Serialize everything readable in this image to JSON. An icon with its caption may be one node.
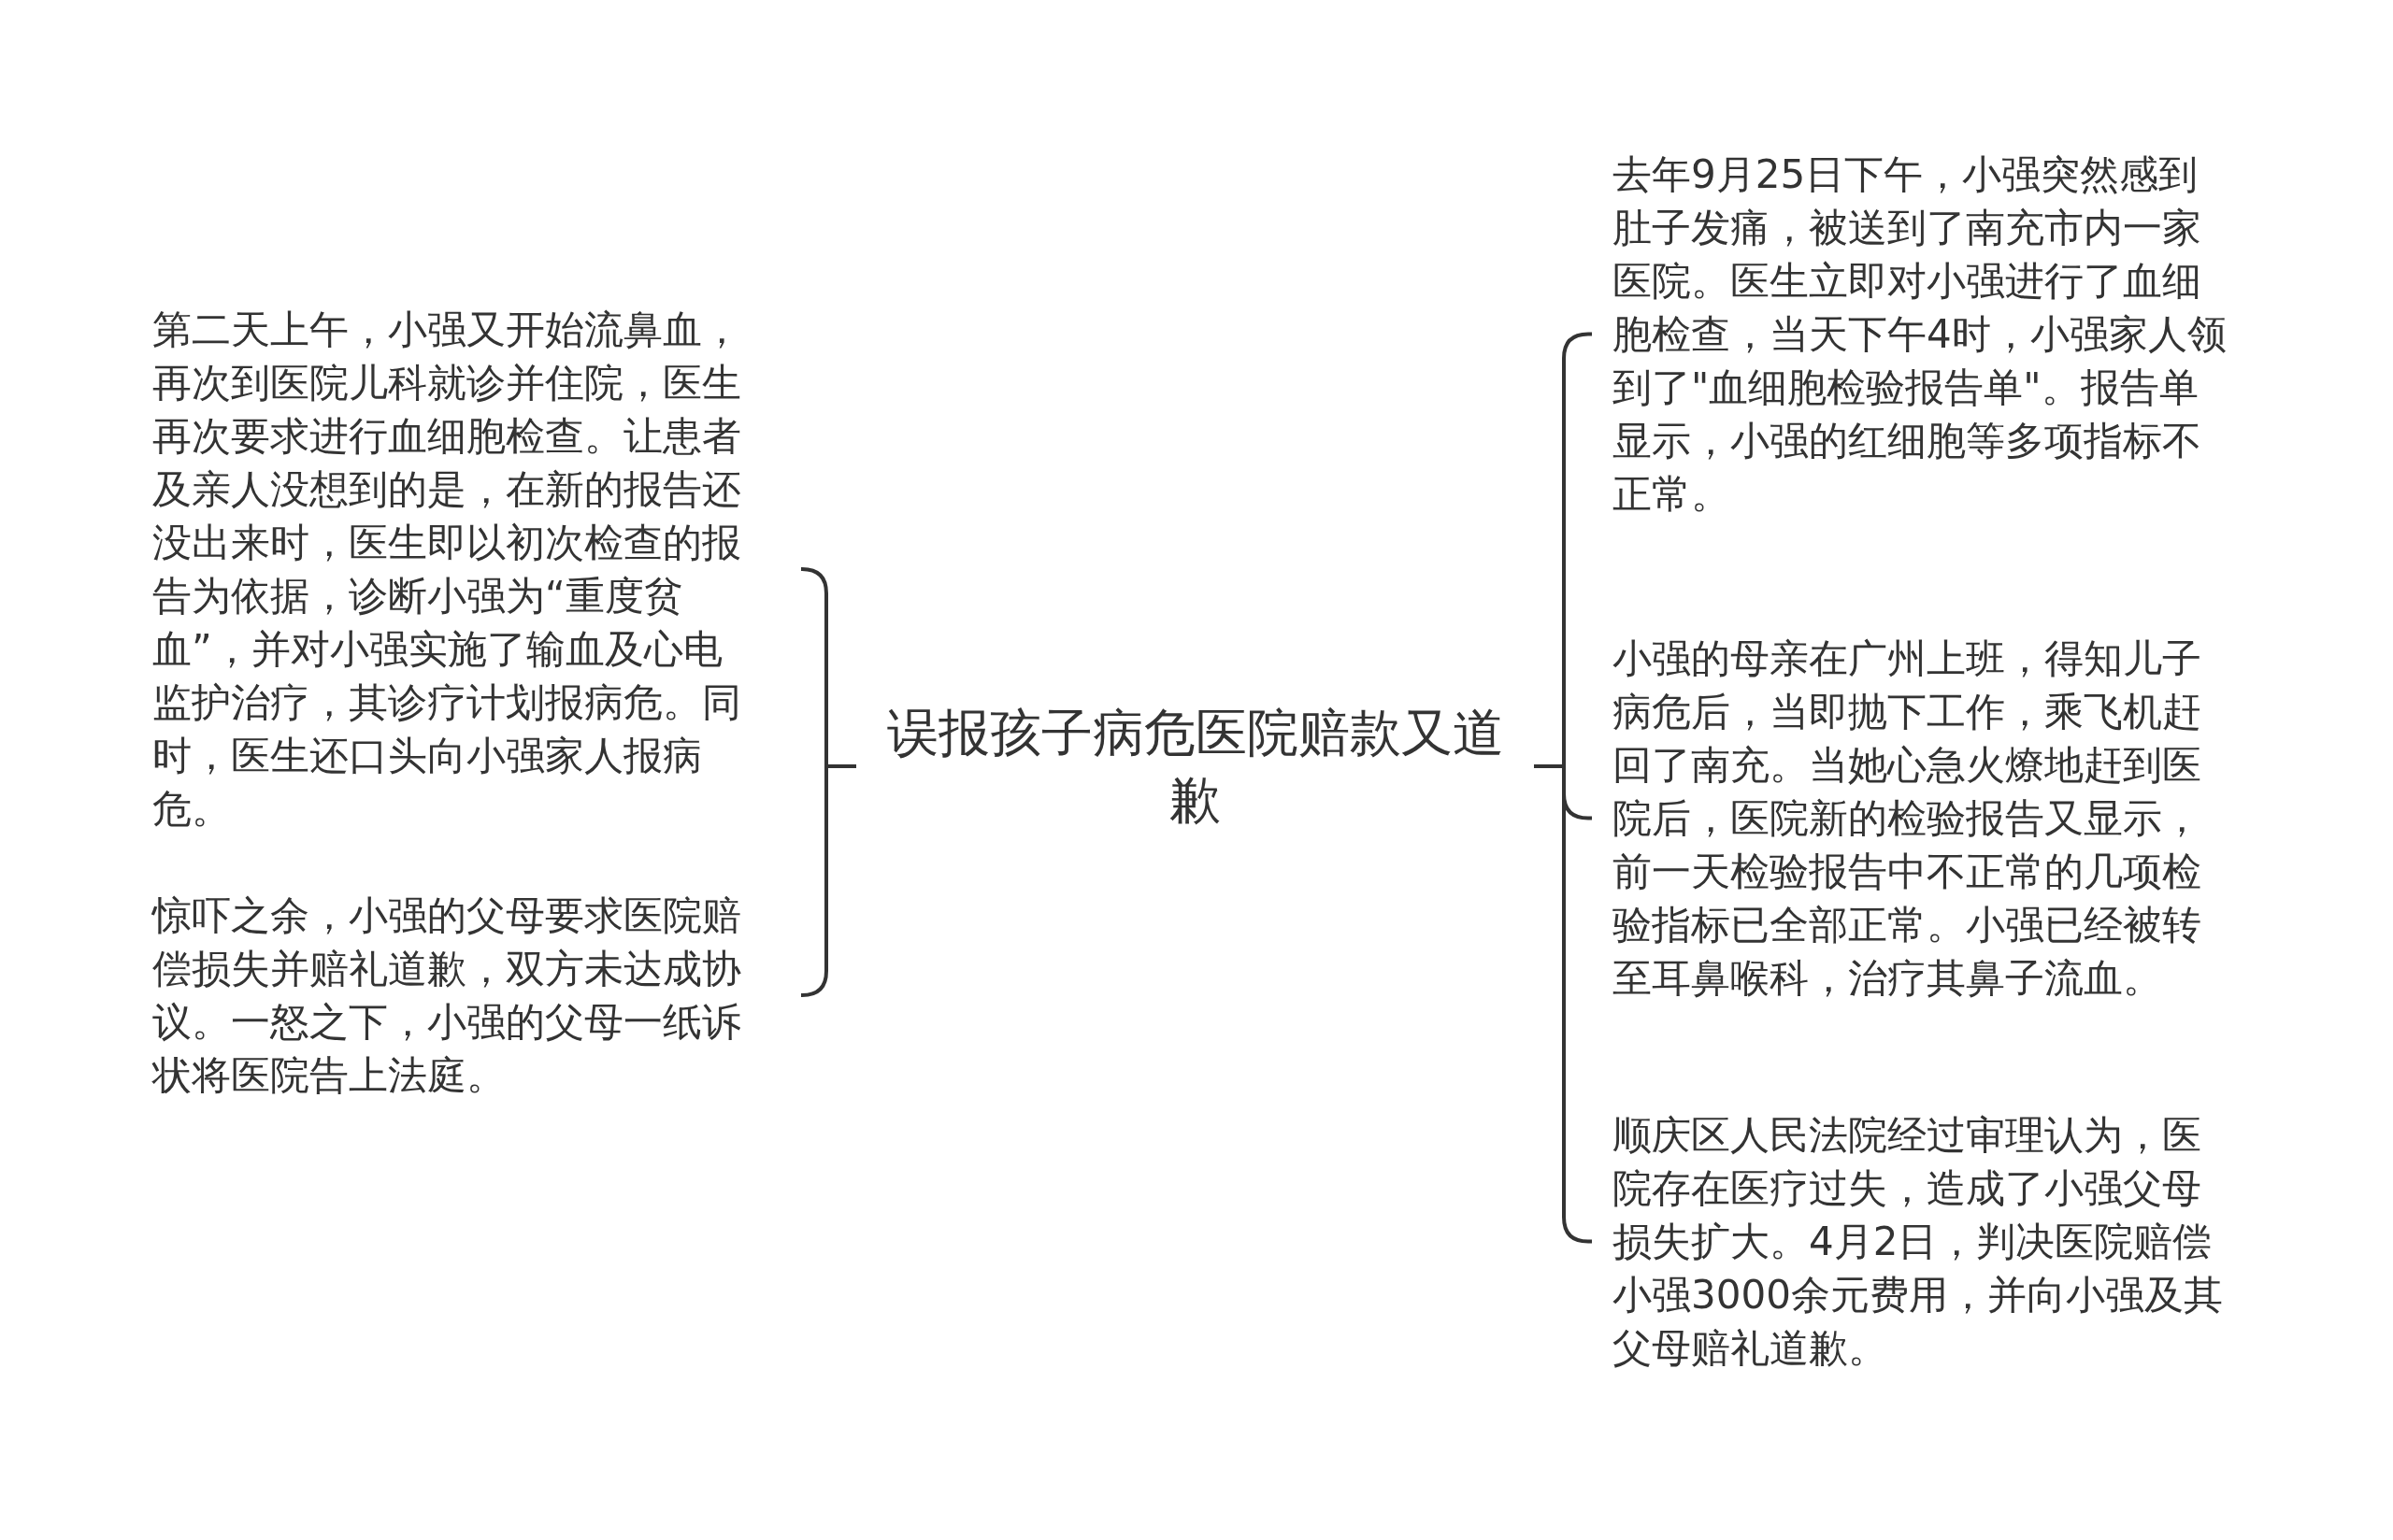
{
  "diagram": {
    "nodes": [
      {
        "text": [
          "误报孩子病危医院赔款又道歉"
        ]
      },
      {
        "text": [
          "第二天上午，小强又开始流鼻血，再次到医院儿科就诊并住院，医生再次要求进行血细胞检查。让患者及亲人没想到的是，在新的报告还没出来时，医生即以初次检查的报告为依据，诊断小强为“重度贫血”，并对小强实施了输血及心电监护治疗，其诊疗计划报病危。同时，医生还口头向小强家人报病危。"
        ]
      },
      {
        "text": [
          "惊吓之余，小强的父母要求医院赔偿损失并赔礼道歉，双方未达成协议。一怒之下，小强的父母一纸诉状将医院告上法庭。"
        ]
      },
      {
        "text": [
          "去年9月25日下午，小强突然感到肚子发痛，被送到了南充市内一家医院。医生立即对小强进行了血细胞检查，当天下午4时，小强家人领到了\"血细胞检验报告单\"。报告单显示，小强的红细胞等多项指标不正常。"
        ]
      },
      {
        "text": [
          "小强的母亲在广州上班，得知儿子病危后，当即抛下工作，乘飞机赶回了南充。当她心急火燎地赶到医院后，医院新的检验报告又显示，前一天检验报告中不正常的几项检验指标已全部正常。小强已经被转至耳鼻喉科，治疗其鼻子流血。"
        ]
      },
      {
        "text": [
          "顺庆区人民法院经过审理认为，医院存在医疗过失，造成了小强父母损失扩大。4月2日，判决医院赔偿小强3000余元费用，并向小强及其父母赔礼道歉。"
        ]
      }
    ],
    "edges": [
      {
        "from": 0,
        "to": 1,
        "arrow": "none"
      },
      {
        "from": 0,
        "to": 2,
        "arrow": "none"
      },
      {
        "from": 0,
        "to": 3,
        "arrow": "none"
      },
      {
        "from": 0,
        "to": 4,
        "arrow": "none"
      },
      {
        "from": 0,
        "to": 5,
        "arrow": "none"
      }
    ]
  }
}
